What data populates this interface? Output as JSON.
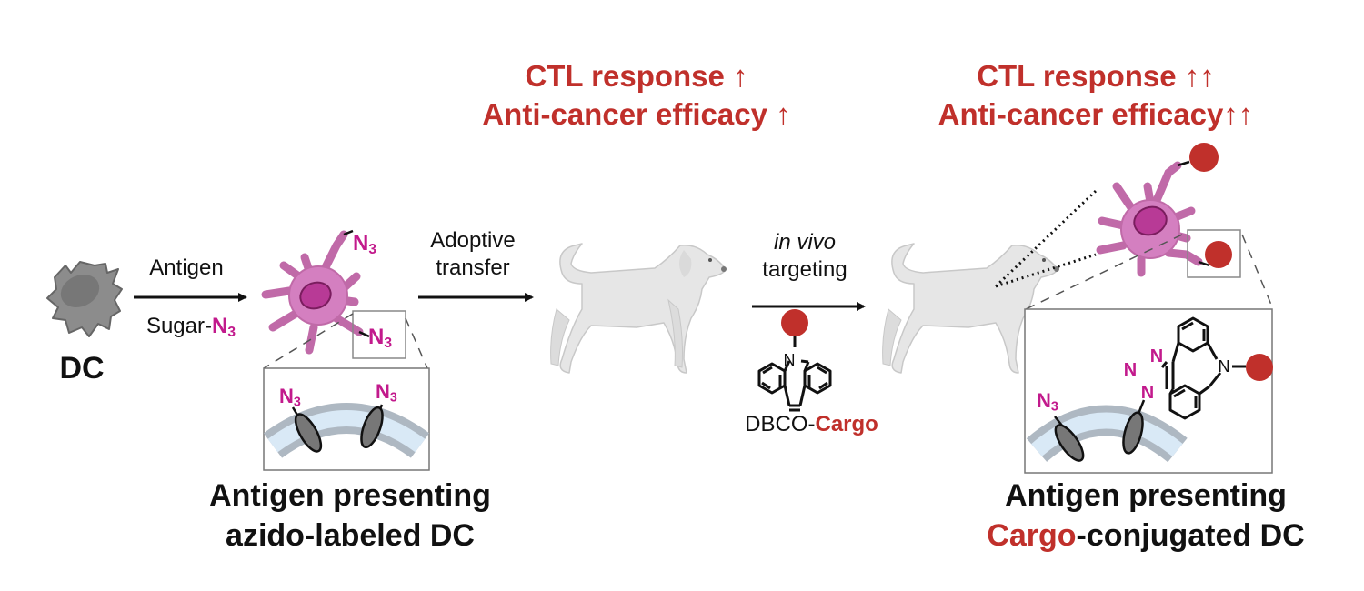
{
  "title": "Antigen-presenting DC labeling and in vivo cargo targeting",
  "colors": {
    "accent_red": "#c0302b",
    "azide_magenta": "#c21a8c",
    "dc_cell_pink": "#d47fc0",
    "dc_nucleus": "#b83a96",
    "naive_dc_gray": "#8a8a8a",
    "dog_gray": "#e6e6e6",
    "membrane_blue": "#d9e9f6",
    "membrane_gray": "#aeb8c2"
  },
  "steps": {
    "naive_dc": {
      "label": "DC",
      "icon": "dendritic-cell-gray"
    },
    "labeling_arrow": {
      "top_label": "Antigen",
      "bottom_label_prefix": "Sugar-",
      "bottom_label_azide": "N",
      "bottom_label_sub": "3"
    },
    "azido_dc": {
      "azide_tag": "N",
      "azide_sub": "3",
      "inset_azide_tag": "N",
      "inset_azide_sub": "3",
      "caption_line1": "Antigen presenting",
      "caption_line2": "azido-labeled DC"
    },
    "transfer_arrow": {
      "label_line1": "Adoptive",
      "label_line2": "transfer"
    },
    "dog_1": {
      "headline_line1": "CTL response ↑",
      "headline_line2": "Anti-cancer efficacy ↑"
    },
    "targeting_arrow": {
      "label_line1": "in vivo",
      "label_line2": "targeting",
      "reagent_prefix": "DBCO-",
      "reagent_cargo": "Cargo",
      "structure_atom": "N"
    },
    "dog_2": {
      "headline_line1": "CTL response ↑↑",
      "headline_line2": "Anti-cancer efficacy↑↑"
    },
    "cargo_dc": {
      "inset_azide_tag": "N",
      "inset_azide_sub": "3",
      "triazole_atoms": [
        "N",
        "N",
        "N"
      ],
      "ring_atom": "N",
      "caption_line1": "Antigen presenting",
      "caption_line2_cargo": "Cargo",
      "caption_line2_rest": "-conjugated DC"
    }
  }
}
